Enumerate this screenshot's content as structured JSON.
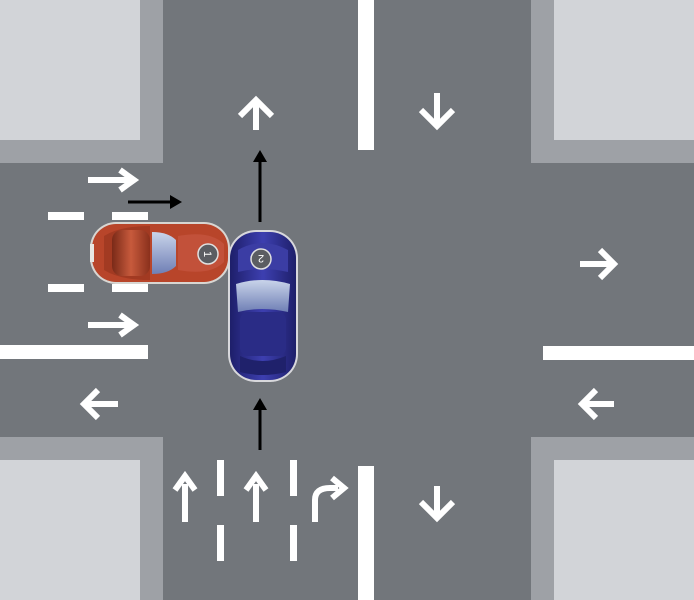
{
  "colors": {
    "road": "#72767b",
    "sidewalk": "#d2d4d8",
    "curb_shadow": "#9ea1a6",
    "marking": "#ffffff",
    "vehicle_path_arrow": "#000000",
    "car_1_body": "#b8452a",
    "car_2_body": "#2e2f8a"
  },
  "vehicles": [
    {
      "label": "1",
      "color_key": "car_1_body",
      "heading": "east"
    },
    {
      "label": "2",
      "color_key": "car_2_body",
      "heading": "north"
    }
  ],
  "icons": {
    "lane_arrows": [
      "arrow-up-icon",
      "arrow-down-icon",
      "arrow-right-icon",
      "arrow-left-icon",
      "arrow-turn-right-icon"
    ],
    "path_arrows": [
      "arrow-right-icon",
      "arrow-up-icon"
    ]
  }
}
